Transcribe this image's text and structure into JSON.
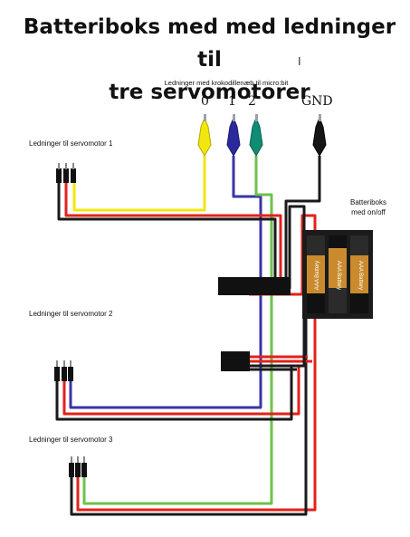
{
  "title_line1": "Batteriboks med med ledninger til",
  "title_line2": "tre servomotorer",
  "subtitle": "Ledninger med krokodillenæb til micro:bit",
  "pins": [
    "0",
    "1",
    "2",
    "GND"
  ],
  "motors": [
    "Ledninger til servomotor 1",
    "Ledninger til servomotor 2",
    "Ledninger til servomotor 3"
  ],
  "battery_box_line1": "Batteriboks",
  "battery_box_line2": "med on/off",
  "battery_text": [
    "AAA Battery",
    "AAA Battery",
    "AAA Battery"
  ],
  "colors": {
    "yellow": "#f2e60f",
    "blue": "#3a34a6",
    "green": "#6cc24a",
    "red": "#e32119",
    "black": "#1a1a1a"
  }
}
